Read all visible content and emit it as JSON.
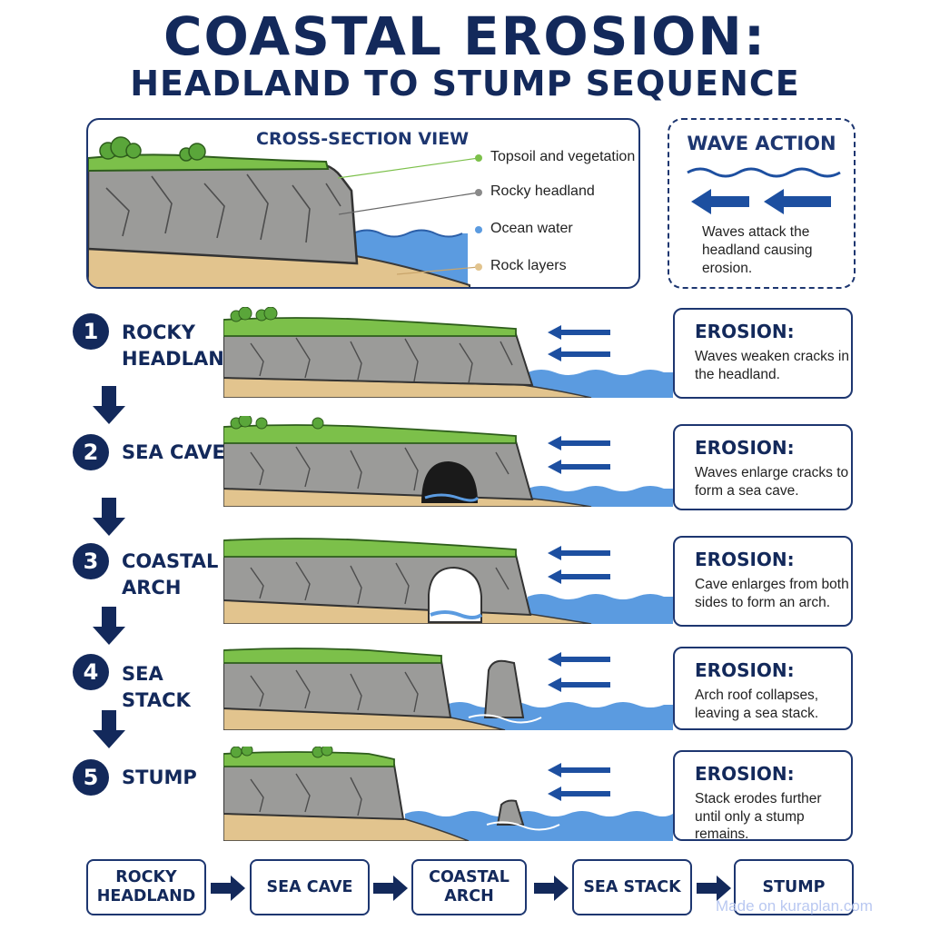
{
  "title": {
    "line1": "COASTAL EROSION:",
    "line2": "HEADLAND TO STUMP SEQUENCE"
  },
  "cross_section": {
    "title": "CROSS-SECTION VIEW",
    "legend": [
      {
        "label": "Topsoil and vegetation",
        "color": "#7cc04a"
      },
      {
        "label": "Rocky headland",
        "color": "#8a8a8a"
      },
      {
        "label": "Ocean water",
        "color": "#5b9be0"
      },
      {
        "label": "Rock layers",
        "color": "#e2c48e"
      }
    ]
  },
  "wave_action": {
    "title": "WAVE ACTION",
    "text": "Waves attack the headland causing erosion."
  },
  "steps": [
    {
      "number": "1",
      "label": "ROCKY HEADLAND",
      "erosion_title": "EROSION:",
      "erosion_text": "Waves weaken cracks in the headland."
    },
    {
      "number": "2",
      "label": "SEA CAVE",
      "erosion_title": "EROSION:",
      "erosion_text": "Waves enlarge cracks to form a sea cave."
    },
    {
      "number": "3",
      "label": "COASTAL ARCH",
      "erosion_title": "EROSION:",
      "erosion_text": "Cave enlarges from both sides to form an arch."
    },
    {
      "number": "4",
      "label": "SEA STACK",
      "erosion_title": "EROSION:",
      "erosion_text": "Arch roof collapses, leaving a sea stack."
    },
    {
      "number": "5",
      "label": "STUMP",
      "erosion_title": "EROSION:",
      "erosion_text": "Stack erodes further until only a stump remains."
    }
  ],
  "flow": [
    "ROCKY HEADLAND",
    "SEA CAVE",
    "COASTAL ARCH",
    "SEA STACK",
    "STUMP"
  ],
  "colors": {
    "navy": "#13295b",
    "grass": "#7cc04a",
    "rock": "#9b9b99",
    "sand": "#e2c48e",
    "water": "#5b9be0",
    "arrow": "#1d4fa0"
  },
  "watermark": "Made on kuraplan.com"
}
